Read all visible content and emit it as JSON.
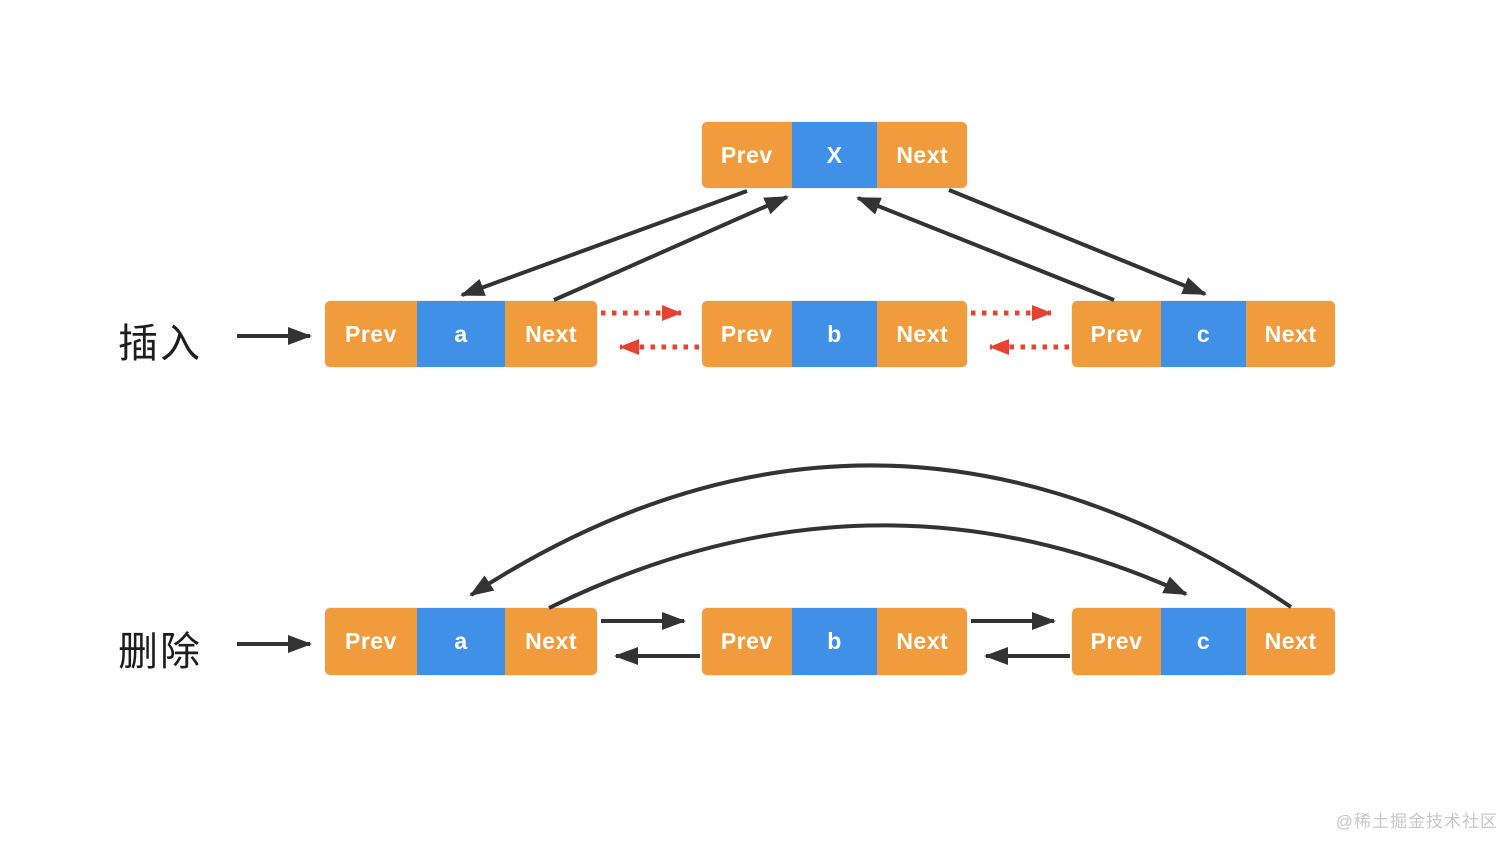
{
  "colors": {
    "orange": "#F09C3C",
    "blue": "#4190E8",
    "red": "#E8432F",
    "arrow_black": "#333333",
    "label_text": "#1D1D1D",
    "watermark_gray": "#C8C8C8"
  },
  "sections": {
    "insert": {
      "label": "插入"
    },
    "delete": {
      "label": "删除"
    }
  },
  "nodes": [
    {
      "id": "x",
      "prev": "Prev",
      "value": "X",
      "next": "Next"
    },
    {
      "id": "insert-a",
      "prev": "Prev",
      "value": "a",
      "next": "Next"
    },
    {
      "id": "insert-b",
      "prev": "Prev",
      "value": "b",
      "next": "Next"
    },
    {
      "id": "insert-c",
      "prev": "Prev",
      "value": "c",
      "next": "Next"
    },
    {
      "id": "delete-a",
      "prev": "Prev",
      "value": "a",
      "next": "Next"
    },
    {
      "id": "delete-b",
      "prev": "Prev",
      "value": "b",
      "next": "Next"
    },
    {
      "id": "delete-c",
      "prev": "Prev",
      "value": "c",
      "next": "Next"
    }
  ],
  "watermark": "@稀土掘金技术社区"
}
